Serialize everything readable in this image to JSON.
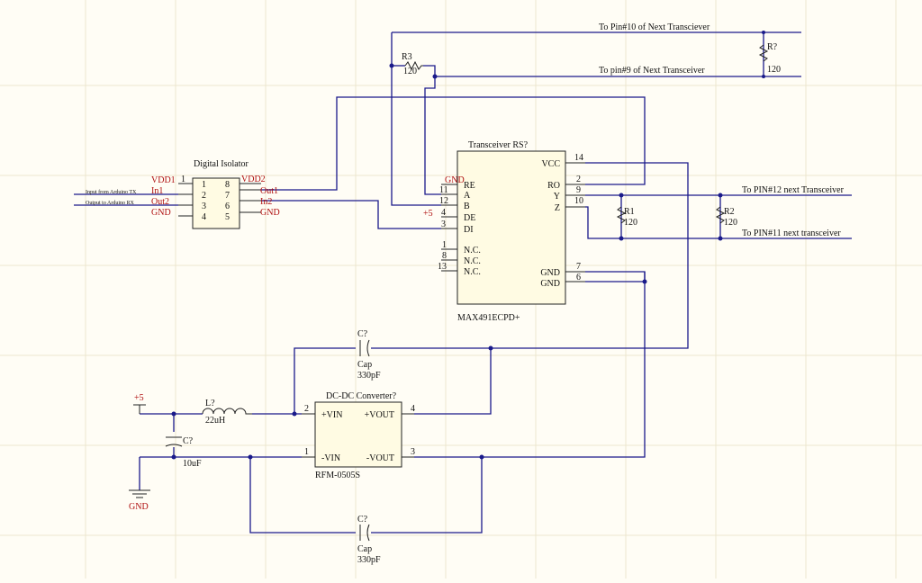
{
  "transceiver": {
    "title": "Transceiver RS?",
    "part": "MAX491ECPD+",
    "pins_left": [
      {
        "name": "RE",
        "num": "",
        "flag": "GND"
      },
      {
        "name": "A",
        "num": "11"
      },
      {
        "name": "B",
        "num": "12"
      },
      {
        "name": "DE",
        "num": "4",
        "flag": "+5"
      },
      {
        "name": "DI",
        "num": "3"
      },
      {
        "name": "N.C.",
        "num": "1"
      },
      {
        "name": "N.C.",
        "num": "8"
      },
      {
        "name": "N.C.",
        "num": "13"
      }
    ],
    "pins_right": [
      {
        "name": "VCC",
        "num": "14"
      },
      {
        "name": "RO",
        "num": "2"
      },
      {
        "name": "Y",
        "num": "9"
      },
      {
        "name": "Z",
        "num": "10"
      },
      {
        "name": "GND",
        "num": "7"
      },
      {
        "name": "GND",
        "num": "6"
      }
    ]
  },
  "isolator": {
    "title": "Digital Isolator",
    "left_labels": [
      "VDD1",
      "In1",
      "Out2",
      "GND"
    ],
    "left_nums": [
      "1",
      "2",
      "3",
      "4"
    ],
    "right_nums": [
      "8",
      "7",
      "6",
      "5"
    ],
    "right_labels": [
      "VDD2",
      "Out1",
      "In2",
      "GND"
    ],
    "net_tx": "Input from Arduino TX",
    "net_rx": "Output to Arduino RX"
  },
  "dcdc": {
    "title": "DC-DC Converter?",
    "part": "RFM-0505S",
    "pins": [
      {
        "name": "+VIN",
        "num": "2"
      },
      {
        "name": "+VOUT",
        "num": "4"
      },
      {
        "name": "-VIN",
        "num": "1"
      },
      {
        "name": "-VOUT",
        "num": "3"
      }
    ]
  },
  "resistors": [
    {
      "ref": "R3",
      "value": "120"
    },
    {
      "ref": "R?",
      "value": "120"
    },
    {
      "ref": "R1",
      "value": "120"
    },
    {
      "ref": "R2",
      "value": "120"
    }
  ],
  "inductor": {
    "ref": "L?",
    "value": "22uH"
  },
  "capacitors": [
    {
      "ref": "C?",
      "type": "Cap",
      "value": "330pF"
    },
    {
      "ref": "C?",
      "value": "10uF"
    },
    {
      "ref": "C?",
      "type": "Cap",
      "value": "330pF"
    }
  ],
  "power": {
    "vcc": "+5",
    "gnd": "GND"
  },
  "nets": {
    "pin10": "To Pin#10 of Next Transciever",
    "pin9": "To pin#9 of Next Transceiver",
    "pin12": "To PIN#12 next Transceiver",
    "pin11": "To PIN#11 next transceiver"
  }
}
